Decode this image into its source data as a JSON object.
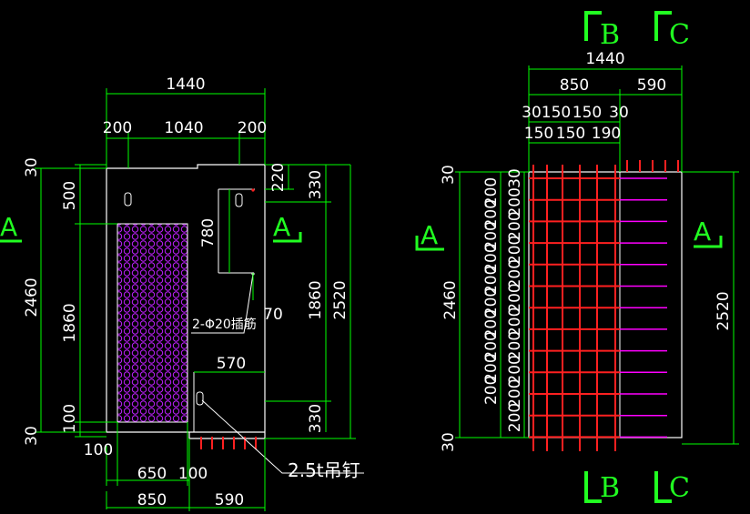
{
  "colors": {
    "background": "#000000",
    "dimension_line": "#00ff00",
    "outline": "#ffffff",
    "rebar": "#ff2020",
    "rebar_end": "#ff00ff",
    "hatch": "#c020ff",
    "section_mark": "#21ff21"
  },
  "left_view": {
    "dims_top": {
      "total": "1440",
      "left": "200",
      "mid": "1040",
      "right": "200"
    },
    "dims_left": {
      "top": "30",
      "total": "2460",
      "upper": "500",
      "mid": "1860",
      "lower": "100",
      "bottom": "30"
    },
    "dims_right": {
      "a": "220",
      "b": "330",
      "c": "780",
      "d": "1860",
      "e": "2520",
      "f": "70",
      "g": "330",
      "h": "570"
    },
    "dims_bottom": {
      "a": "100",
      "b": "650",
      "c": "100",
      "d": "850",
      "e": "590"
    },
    "notes": {
      "rebar_note": "2-Φ20插筋",
      "anchor_note": "2.5t吊钉"
    },
    "section_left": "A",
    "section_right": "A"
  },
  "right_view": {
    "dims_top": {
      "total": "1440",
      "left": "850",
      "right": "590"
    },
    "spacing_row1": [
      "30",
      "150",
      "150",
      "30"
    ],
    "spacing_row2": [
      "150",
      "150",
      "190"
    ],
    "dims_left": {
      "total": "2460",
      "top": "30",
      "bottom": "30"
    },
    "spacing_col1": [
      "200",
      "200",
      "200",
      "200",
      "200",
      "200",
      "200",
      "200",
      "200",
      "200"
    ],
    "spacing_col2": [
      "30",
      "200",
      "200",
      "200",
      "200",
      "200",
      "200",
      "200",
      "200",
      "200",
      "200"
    ],
    "dims_right": {
      "total": "2520"
    },
    "section_left": "A",
    "section_right": "A",
    "section_b_top": "B",
    "section_c_top": "C",
    "section_b_bottom": "B",
    "section_c_bottom": "C"
  }
}
